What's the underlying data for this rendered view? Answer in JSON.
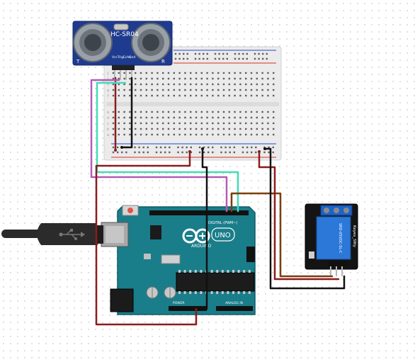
{
  "diagram": {
    "sensor": {
      "model_label": "HC-SR04",
      "corner_left": "T",
      "corner_right": "R",
      "pin_labels": [
        "Vcc",
        "Trig",
        "Echo",
        "Gnd"
      ]
    },
    "arduino": {
      "board_label": "UNO",
      "brand_label": "ARDUINO",
      "digital_header_label": "DIGITAL (PWM~)",
      "analog_header_label": "ANALOG IN",
      "power_header_label": "POWER"
    },
    "relay": {
      "model_label": "Keyes_SRly",
      "rating_label": "SRD-05VDC-SL-C"
    },
    "breadboard": {
      "row_letters": [
        "j",
        "i",
        "h",
        "g",
        "f",
        "e",
        "d",
        "c",
        "b",
        "a"
      ]
    }
  }
}
